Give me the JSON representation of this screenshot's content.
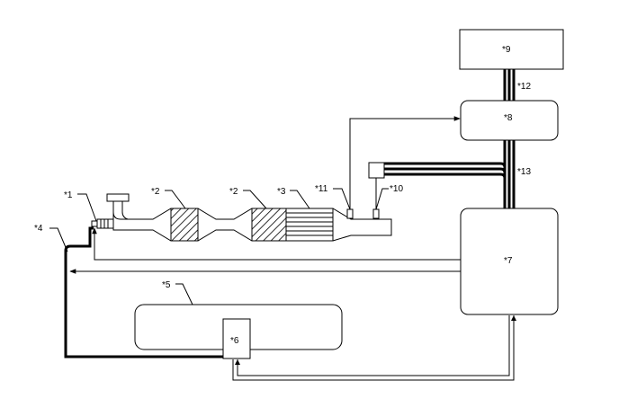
{
  "labels": {
    "l1": "*1",
    "l2a": "*2",
    "l2b": "*2",
    "l3": "*3",
    "l4": "*4",
    "l5": "*5",
    "l6": "*6",
    "l7": "*7",
    "l8": "*8",
    "l9": "*9",
    "l10": "*10",
    "l11": "*11",
    "l12": "*12",
    "l13": "*13"
  }
}
